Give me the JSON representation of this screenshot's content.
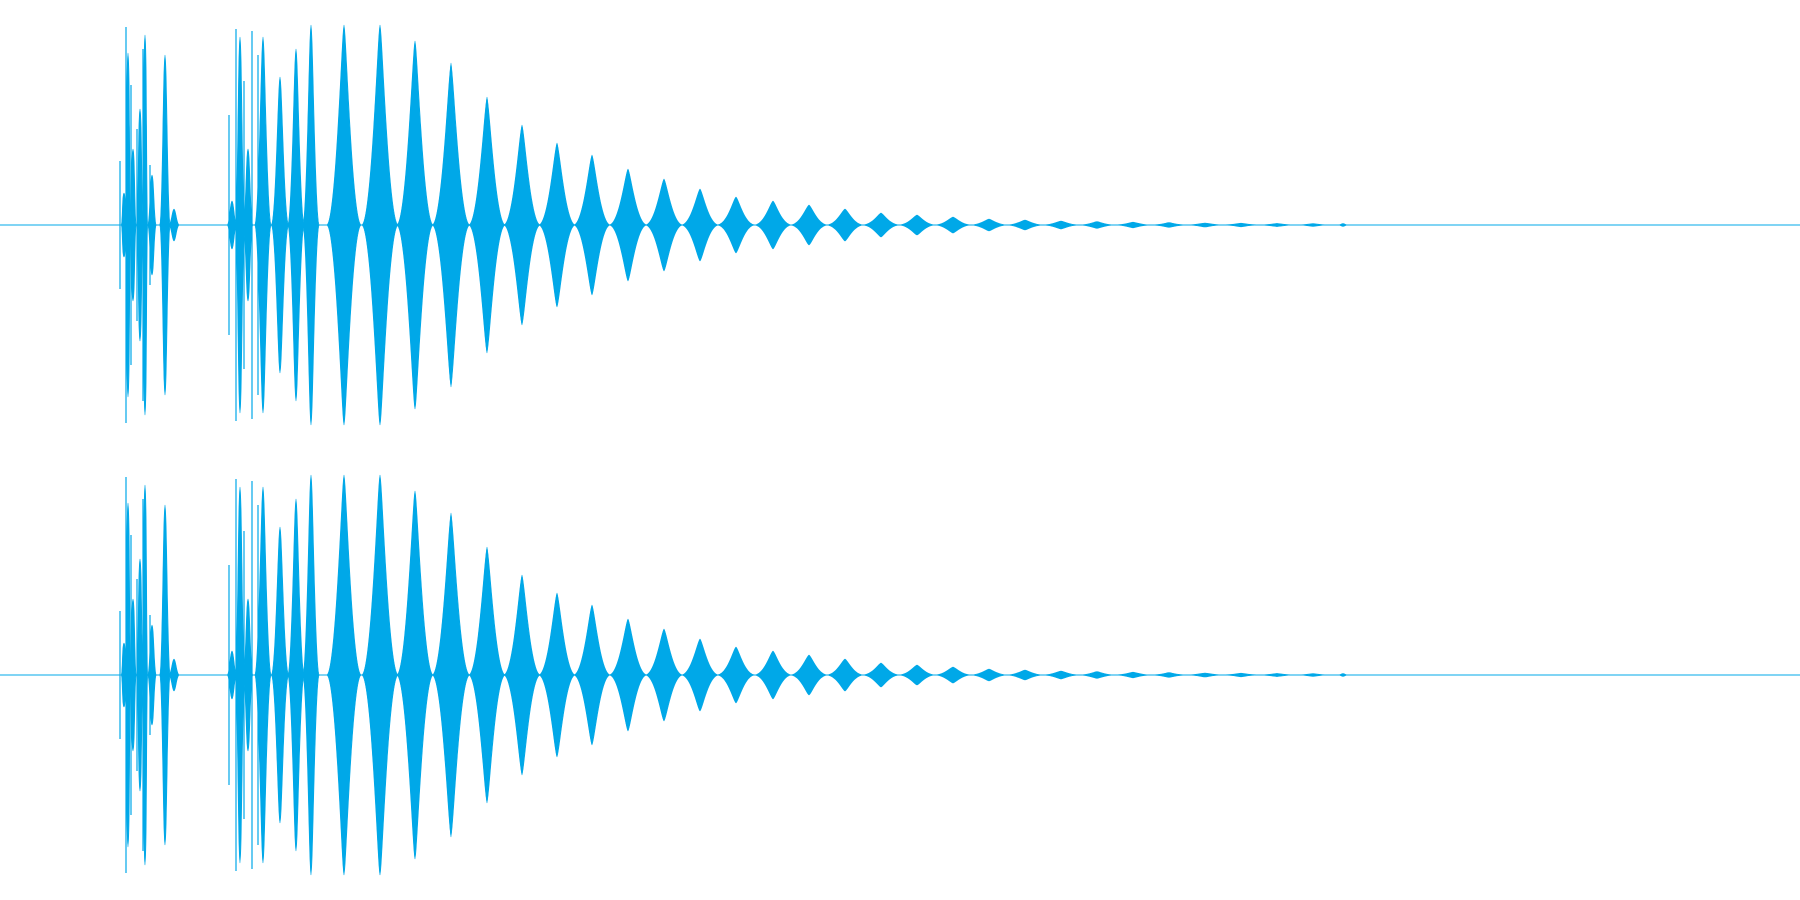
{
  "chart_data": {
    "type": "area",
    "title": "",
    "xlabel": "",
    "ylabel": "",
    "grid": false,
    "ylim": [
      -1,
      1
    ],
    "x_range": [
      0,
      1800
    ],
    "color": "#00a8e8",
    "series": [
      {
        "channel": "top",
        "bursts": [
          {
            "center": 124,
            "amp": 0.16
          },
          {
            "center": 128,
            "amp": 0.86
          },
          {
            "center": 133,
            "amp": 0.38
          },
          {
            "center": 140,
            "amp": 0.58
          },
          {
            "center": 145,
            "amp": 0.95
          },
          {
            "center": 152,
            "amp": 0.25
          },
          {
            "center": 165,
            "amp": 0.85
          },
          {
            "center": 174,
            "amp": 0.08
          },
          {
            "center": 232,
            "amp": 0.12
          },
          {
            "center": 240,
            "amp": 0.94
          },
          {
            "center": 248,
            "amp": 0.38
          },
          {
            "center": 263,
            "amp": 0.94
          },
          {
            "center": 280,
            "amp": 0.74
          },
          {
            "center": 296,
            "amp": 0.88
          },
          {
            "center": 311,
            "amp": 1.0
          },
          {
            "center": 344,
            "amp": 1.0
          },
          {
            "center": 380,
            "amp": 1.0
          },
          {
            "center": 415,
            "amp": 0.92
          },
          {
            "center": 451,
            "amp": 0.81
          },
          {
            "center": 487,
            "amp": 0.64
          },
          {
            "center": 522,
            "amp": 0.5
          },
          {
            "center": 557,
            "amp": 0.41
          },
          {
            "center": 592,
            "amp": 0.35
          },
          {
            "center": 628,
            "amp": 0.28
          },
          {
            "center": 664,
            "amp": 0.23
          },
          {
            "center": 700,
            "amp": 0.18
          },
          {
            "center": 736,
            "amp": 0.14
          },
          {
            "center": 773,
            "amp": 0.12
          },
          {
            "center": 809,
            "amp": 0.1
          },
          {
            "center": 845,
            "amp": 0.08
          },
          {
            "center": 881,
            "amp": 0.06
          },
          {
            "center": 917,
            "amp": 0.05
          },
          {
            "center": 953,
            "amp": 0.04
          },
          {
            "center": 989,
            "amp": 0.03
          },
          {
            "center": 1025,
            "amp": 0.025
          },
          {
            "center": 1061,
            "amp": 0.02
          },
          {
            "center": 1097,
            "amp": 0.017
          },
          {
            "center": 1133,
            "amp": 0.014
          },
          {
            "center": 1169,
            "amp": 0.012
          },
          {
            "center": 1205,
            "amp": 0.01
          },
          {
            "center": 1241,
            "amp": 0.009
          },
          {
            "center": 1277,
            "amp": 0.008
          },
          {
            "center": 1313,
            "amp": 0.007
          },
          {
            "center": 1343,
            "amp": 0.007
          }
        ]
      },
      {
        "channel": "bottom",
        "bursts": [
          {
            "center": 124,
            "amp": 0.16
          },
          {
            "center": 128,
            "amp": 0.86
          },
          {
            "center": 133,
            "amp": 0.38
          },
          {
            "center": 140,
            "amp": 0.58
          },
          {
            "center": 145,
            "amp": 0.95
          },
          {
            "center": 152,
            "amp": 0.25
          },
          {
            "center": 165,
            "amp": 0.85
          },
          {
            "center": 174,
            "amp": 0.08
          },
          {
            "center": 232,
            "amp": 0.12
          },
          {
            "center": 240,
            "amp": 0.94
          },
          {
            "center": 248,
            "amp": 0.38
          },
          {
            "center": 263,
            "amp": 0.94
          },
          {
            "center": 280,
            "amp": 0.74
          },
          {
            "center": 296,
            "amp": 0.88
          },
          {
            "center": 311,
            "amp": 1.0
          },
          {
            "center": 344,
            "amp": 1.0
          },
          {
            "center": 380,
            "amp": 1.0
          },
          {
            "center": 415,
            "amp": 0.92
          },
          {
            "center": 451,
            "amp": 0.81
          },
          {
            "center": 487,
            "amp": 0.64
          },
          {
            "center": 522,
            "amp": 0.5
          },
          {
            "center": 557,
            "amp": 0.41
          },
          {
            "center": 592,
            "amp": 0.35
          },
          {
            "center": 628,
            "amp": 0.28
          },
          {
            "center": 664,
            "amp": 0.23
          },
          {
            "center": 700,
            "amp": 0.18
          },
          {
            "center": 736,
            "amp": 0.14
          },
          {
            "center": 773,
            "amp": 0.12
          },
          {
            "center": 809,
            "amp": 0.1
          },
          {
            "center": 845,
            "amp": 0.08
          },
          {
            "center": 881,
            "amp": 0.06
          },
          {
            "center": 917,
            "amp": 0.05
          },
          {
            "center": 953,
            "amp": 0.04
          },
          {
            "center": 989,
            "amp": 0.03
          },
          {
            "center": 1025,
            "amp": 0.025
          },
          {
            "center": 1061,
            "amp": 0.02
          },
          {
            "center": 1097,
            "amp": 0.017
          },
          {
            "center": 1133,
            "amp": 0.014
          },
          {
            "center": 1169,
            "amp": 0.012
          },
          {
            "center": 1205,
            "amp": 0.01
          },
          {
            "center": 1241,
            "amp": 0.009
          },
          {
            "center": 1277,
            "amp": 0.008
          },
          {
            "center": 1313,
            "amp": 0.007
          },
          {
            "center": 1343,
            "amp": 0.007
          }
        ]
      }
    ]
  }
}
